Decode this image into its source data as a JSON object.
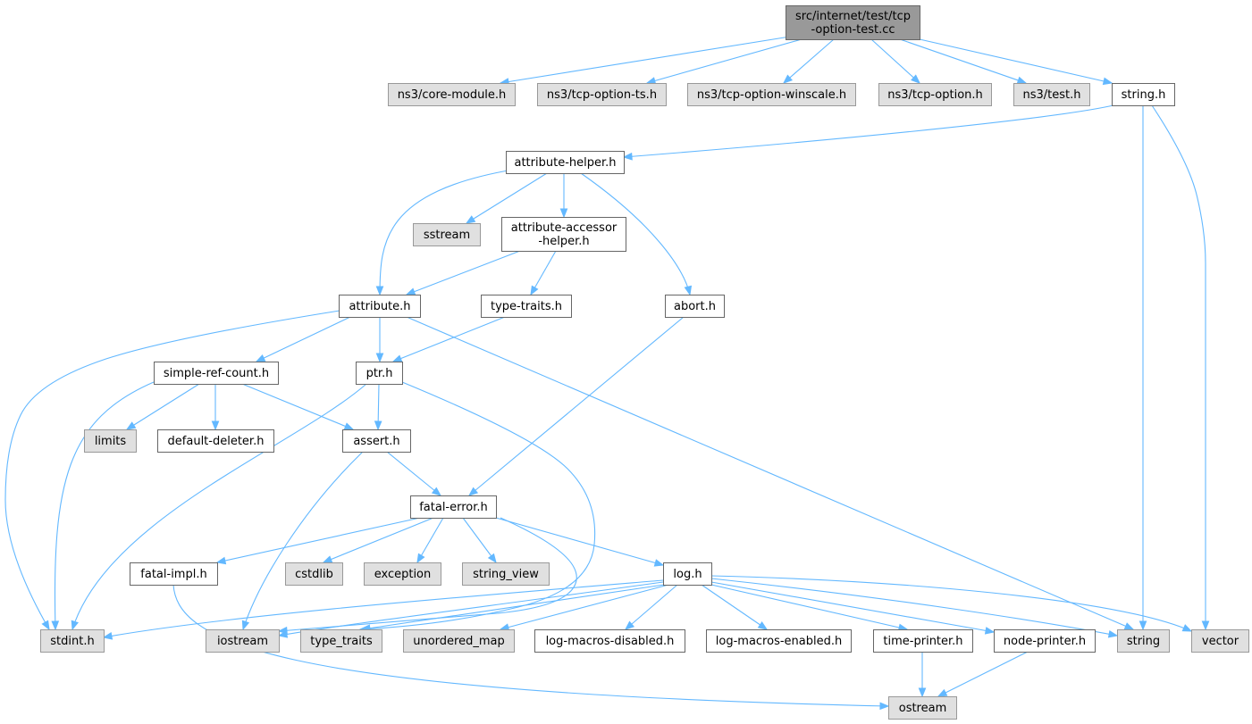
{
  "title": "src/internet/test/tcp-option-test.cc include dependency graph",
  "colors": {
    "edge": "#63b8ff",
    "root_fill": "#999999",
    "root_stroke": "#666666",
    "doc_fill": "#ffffff",
    "doc_stroke": "#666666",
    "ext_fill": "#e0e0e0",
    "ext_stroke": "#999999"
  },
  "nodes": [
    {
      "id": "root",
      "lines": [
        "src/internet/test/tcp",
        "-option-test.cc"
      ],
      "style": "root"
    },
    {
      "id": "core_module",
      "lines": [
        "ns3/core-module.h"
      ],
      "style": "ext"
    },
    {
      "id": "tcp_option_ts",
      "lines": [
        "ns3/tcp-option-ts.h"
      ],
      "style": "ext"
    },
    {
      "id": "tcp_option_winscale",
      "lines": [
        "ns3/tcp-option-winscale.h"
      ],
      "style": "ext"
    },
    {
      "id": "tcp_option",
      "lines": [
        "ns3/tcp-option.h"
      ],
      "style": "ext"
    },
    {
      "id": "test_h",
      "lines": [
        "ns3/test.h"
      ],
      "style": "ext"
    },
    {
      "id": "string_h",
      "lines": [
        "string.h"
      ],
      "style": "doc"
    },
    {
      "id": "attribute_helper",
      "lines": [
        "attribute-helper.h"
      ],
      "style": "doc"
    },
    {
      "id": "sstream",
      "lines": [
        "sstream"
      ],
      "style": "ext"
    },
    {
      "id": "attr_accessor",
      "lines": [
        "attribute-accessor",
        "-helper.h"
      ],
      "style": "doc"
    },
    {
      "id": "attribute_h",
      "lines": [
        "attribute.h"
      ],
      "style": "doc"
    },
    {
      "id": "type_traits_h",
      "lines": [
        "type-traits.h"
      ],
      "style": "doc"
    },
    {
      "id": "abort_h",
      "lines": [
        "abort.h"
      ],
      "style": "doc"
    },
    {
      "id": "simple_ref",
      "lines": [
        "simple-ref-count.h"
      ],
      "style": "doc"
    },
    {
      "id": "ptr_h",
      "lines": [
        "ptr.h"
      ],
      "style": "doc"
    },
    {
      "id": "limits",
      "lines": [
        "limits"
      ],
      "style": "ext"
    },
    {
      "id": "default_deleter",
      "lines": [
        "default-deleter.h"
      ],
      "style": "doc"
    },
    {
      "id": "assert_h",
      "lines": [
        "assert.h"
      ],
      "style": "doc"
    },
    {
      "id": "fatal_error",
      "lines": [
        "fatal-error.h"
      ],
      "style": "doc"
    },
    {
      "id": "fatal_impl",
      "lines": [
        "fatal-impl.h"
      ],
      "style": "doc"
    },
    {
      "id": "cstdlib",
      "lines": [
        "cstdlib"
      ],
      "style": "ext"
    },
    {
      "id": "exception",
      "lines": [
        "exception"
      ],
      "style": "ext"
    },
    {
      "id": "string_view",
      "lines": [
        "string_view"
      ],
      "style": "ext"
    },
    {
      "id": "log_h",
      "lines": [
        "log.h"
      ],
      "style": "doc"
    },
    {
      "id": "stdint_h",
      "lines": [
        "stdint.h"
      ],
      "style": "ext"
    },
    {
      "id": "iostream",
      "lines": [
        "iostream"
      ],
      "style": "ext"
    },
    {
      "id": "type_traits",
      "lines": [
        "type_traits"
      ],
      "style": "ext"
    },
    {
      "id": "unordered_map",
      "lines": [
        "unordered_map"
      ],
      "style": "ext"
    },
    {
      "id": "log_macros_disabled",
      "lines": [
        "log-macros-disabled.h"
      ],
      "style": "doc"
    },
    {
      "id": "log_macros_enabled",
      "lines": [
        "log-macros-enabled.h"
      ],
      "style": "doc"
    },
    {
      "id": "time_printer",
      "lines": [
        "time-printer.h"
      ],
      "style": "doc"
    },
    {
      "id": "node_printer",
      "lines": [
        "node-printer.h"
      ],
      "style": "doc"
    },
    {
      "id": "string",
      "lines": [
        "string"
      ],
      "style": "ext"
    },
    {
      "id": "vector",
      "lines": [
        "vector"
      ],
      "style": "ext"
    },
    {
      "id": "ostream",
      "lines": [
        "ostream"
      ],
      "style": "ext"
    }
  ],
  "edges": [
    {
      "from": "root",
      "to": "core_module"
    },
    {
      "from": "root",
      "to": "tcp_option_ts"
    },
    {
      "from": "root",
      "to": "tcp_option_winscale"
    },
    {
      "from": "root",
      "to": "tcp_option"
    },
    {
      "from": "root",
      "to": "test_h"
    },
    {
      "from": "root",
      "to": "string_h"
    },
    {
      "from": "string_h",
      "to": "attribute_helper"
    },
    {
      "from": "string_h",
      "to": "string"
    },
    {
      "from": "string_h",
      "to": "vector"
    },
    {
      "from": "attribute_helper",
      "to": "attribute_h"
    },
    {
      "from": "attribute_helper",
      "to": "sstream"
    },
    {
      "from": "attribute_helper",
      "to": "attr_accessor"
    },
    {
      "from": "attribute_helper",
      "to": "abort_h"
    },
    {
      "from": "attr_accessor",
      "to": "attribute_h"
    },
    {
      "from": "attr_accessor",
      "to": "type_traits_h"
    },
    {
      "from": "attribute_h",
      "to": "stdint_h"
    },
    {
      "from": "attribute_h",
      "to": "simple_ref"
    },
    {
      "from": "attribute_h",
      "to": "ptr_h"
    },
    {
      "from": "attribute_h",
      "to": "string"
    },
    {
      "from": "type_traits_h",
      "to": "ptr_h"
    },
    {
      "from": "abort_h",
      "to": "fatal_error"
    },
    {
      "from": "simple_ref",
      "to": "stdint_h"
    },
    {
      "from": "simple_ref",
      "to": "limits"
    },
    {
      "from": "simple_ref",
      "to": "default_deleter"
    },
    {
      "from": "simple_ref",
      "to": "assert_h"
    },
    {
      "from": "ptr_h",
      "to": "stdint_h"
    },
    {
      "from": "ptr_h",
      "to": "assert_h"
    },
    {
      "from": "ptr_h",
      "to": "type_traits"
    },
    {
      "from": "assert_h",
      "to": "iostream"
    },
    {
      "from": "assert_h",
      "to": "fatal_error"
    },
    {
      "from": "fatal_error",
      "to": "fatal_impl"
    },
    {
      "from": "fatal_error",
      "to": "cstdlib"
    },
    {
      "from": "fatal_error",
      "to": "exception"
    },
    {
      "from": "fatal_error",
      "to": "string_view"
    },
    {
      "from": "fatal_error",
      "to": "iostream"
    },
    {
      "from": "fatal_error",
      "to": "log_h"
    },
    {
      "from": "fatal_impl",
      "to": "ostream"
    },
    {
      "from": "log_h",
      "to": "stdint_h"
    },
    {
      "from": "log_h",
      "to": "iostream"
    },
    {
      "from": "log_h",
      "to": "type_traits"
    },
    {
      "from": "log_h",
      "to": "unordered_map"
    },
    {
      "from": "log_h",
      "to": "log_macros_disabled"
    },
    {
      "from": "log_h",
      "to": "log_macros_enabled"
    },
    {
      "from": "log_h",
      "to": "time_printer"
    },
    {
      "from": "log_h",
      "to": "node_printer"
    },
    {
      "from": "log_h",
      "to": "string"
    },
    {
      "from": "log_h",
      "to": "vector"
    },
    {
      "from": "time_printer",
      "to": "ostream"
    },
    {
      "from": "node_printer",
      "to": "ostream"
    }
  ]
}
